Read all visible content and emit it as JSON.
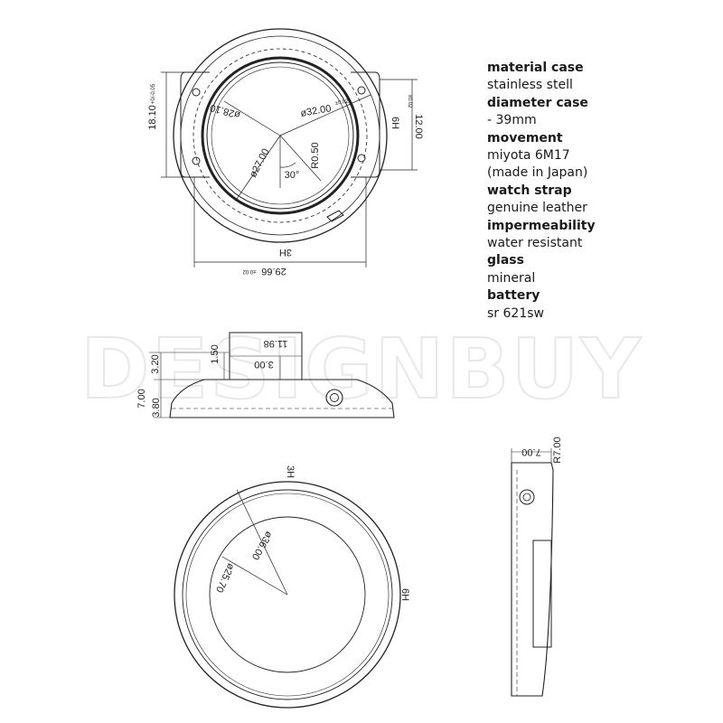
{
  "specs": [
    {
      "label": "material case",
      "value": "stainless stell"
    },
    {
      "label": "diameter case",
      "value": "- 39mm"
    },
    {
      "label": "movement",
      "value": "miyota 6M17"
    },
    {
      "label": "",
      "value": "(made in Japan)"
    },
    {
      "label": "watch strap",
      "value": "genuine leather"
    },
    {
      "label": "impermeability",
      "value": "water resistant"
    },
    {
      "label": "glass",
      "value": "mineral"
    },
    {
      "label": "battery",
      "value": "sr 621sw"
    }
  ],
  "watermark": "DESIGNBUY",
  "dimensions": {
    "top_view": {
      "d_inner": "ø28.10",
      "d_outer": "ø32.00",
      "d_outer_tol": "±0.02",
      "d_small": "ø27.00",
      "radius": "R0.50",
      "angle": "30°",
      "lug_width": "18.10",
      "lug_width_tol": "+0/-0.05",
      "lug_height": "12.00",
      "lug_height_tol": "±0.02",
      "width": "29.66",
      "width_tol": "±0.02",
      "mark_3h": "3H",
      "mark_6h": "6H"
    },
    "side_view": {
      "crown_width": "11.98",
      "crown_offset": "3.00",
      "h1": "1.50",
      "h2": "3.20",
      "h3": "7.00",
      "h4": "3.80"
    },
    "back_view": {
      "d1": "ø36.00",
      "d2": "ø25.70",
      "mark_3h": "3H",
      "mark_6h": "6H"
    },
    "profile_view": {
      "width": "7.00",
      "radius": "R7.00"
    }
  }
}
